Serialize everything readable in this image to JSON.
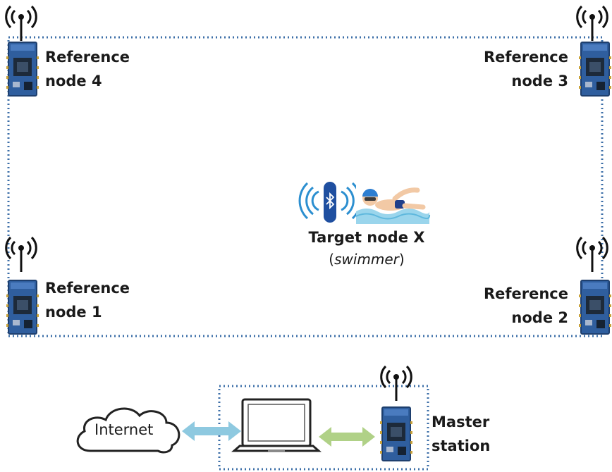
{
  "diagram": {
    "reference_nodes": [
      {
        "id": "4",
        "line1": "Reference",
        "line2": "node 4"
      },
      {
        "id": "3",
        "line1": "Reference",
        "line2": "node 3"
      },
      {
        "id": "1",
        "line1": "Reference",
        "line2": "node 1"
      },
      {
        "id": "2",
        "line1": "Reference",
        "line2": "node 2"
      }
    ],
    "target": {
      "line1": "Target node X",
      "paren_open": "(",
      "role": "swimmer",
      "paren_close": ")"
    },
    "master": {
      "line1": "Master",
      "line2": "station"
    },
    "cloud": {
      "label": "Internet"
    },
    "icons": {
      "antenna": "antenna-icon",
      "module": "bluetooth-module-icon",
      "wristband": "bluetooth-wristband-icon",
      "swimmer": "swimmer-icon",
      "laptop": "laptop-icon",
      "cloud": "cloud-icon"
    },
    "colors": {
      "border_dots": "#3d6fa8",
      "module_blue": "#2f5e9e",
      "module_dark": "#1e3f6e",
      "arrow_internet": "#8ec9e0",
      "arrow_master": "#b0d187",
      "water": "#9ad5ec"
    }
  }
}
